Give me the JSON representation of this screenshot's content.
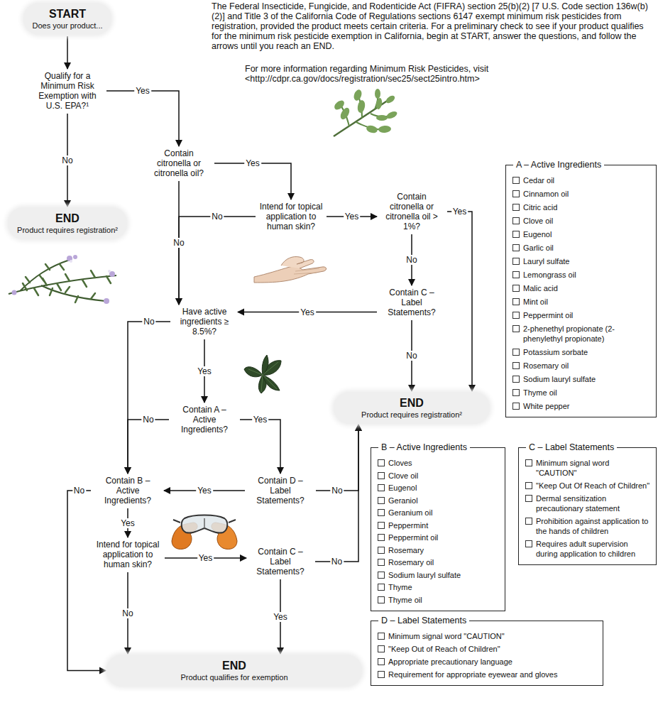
{
  "diagram": {
    "nodes": [
      {
        "text": [
          "START",
          "Does your product..."
        ]
      },
      {
        "text": [
          "Qualify for a Minimum Risk Exemption with U.S. EPA?¹"
        ]
      },
      {
        "text": [
          "Contain citronella or citronella oil?"
        ]
      },
      {
        "text": [
          "END",
          "Product requires registration²"
        ]
      },
      {
        "text": [
          "Intend for topical application to human skin?"
        ]
      },
      {
        "text": [
          "Contain citronella or citronella oil > 1%?"
        ]
      },
      {
        "text": [
          "Have active ingredients ≥ 8.5%?"
        ]
      },
      {
        "text": [
          "Contain C – Label Statements?"
        ]
      },
      {
        "text": [
          "Contain A – Active Ingredients?"
        ]
      },
      {
        "text": [
          "END",
          "Product requires registration²"
        ]
      },
      {
        "text": [
          "Contain B – Active Ingredients?"
        ]
      },
      {
        "text": [
          "Contain D – Label Statements?"
        ]
      },
      {
        "text": [
          "Intend for topical application to human skin?"
        ]
      },
      {
        "text": [
          "Contain C – Label Statements?"
        ]
      },
      {
        "text": [
          "END",
          "Product qualifies for exemption"
        ]
      },
      {
        "text": [
          "A – Active Ingredients",
          "Cedar oil",
          "Cinnamon oil",
          "Citric acid",
          "Clove oil",
          "Eugenol",
          "Garlic oil",
          "Lauryl sulfate",
          "Lemongrass oil",
          "Malic acid",
          "Mint oil",
          "Peppermint oil",
          "2-phenethyl propionate (2-phenylethyl propionate)",
          "Potassium sorbate",
          "Rosemary oil",
          "Sodium lauryl sulfate",
          "Thyme oil",
          "White pepper"
        ]
      },
      {
        "text": [
          "B – Active Ingredients",
          "Cloves",
          "Clove oil",
          "Eugenol",
          "Geraniol",
          "Geranium oil",
          "Peppermint",
          "Peppermint oil",
          "Rosemary",
          "Rosemary oil",
          "Sodium lauryl sulfate",
          "Thyme",
          "Thyme oil"
        ]
      },
      {
        "text": [
          "C – Label Statements",
          "Minimum signal word \"CAUTION\"",
          "\"Keep Out Of Reach of Children\"",
          "Dermal sensitization precautionary statement",
          "Prohibition against application to the hands of children",
          "Requires adult supervision during application to children"
        ]
      },
      {
        "text": [
          "D – Label Statements",
          "Minimum signal word \"CAUTION\"",
          "\"Keep Out of Reach of Children\"",
          "Appropriate precautionary language",
          "Requirement for appropriate eyewear and gloves"
        ]
      }
    ],
    "edges": [
      {
        "from": 0,
        "to": 1,
        "arrow": "to"
      },
      {
        "from": 1,
        "to": 2,
        "label": "Yes",
        "arrow": "to"
      },
      {
        "from": 1,
        "to": 3,
        "label": "No",
        "arrow": "to"
      },
      {
        "from": 2,
        "to": 4,
        "label": "Yes",
        "arrow": "to"
      },
      {
        "from": 2,
        "to": 6,
        "label": "No",
        "arrow": "to"
      },
      {
        "from": 4,
        "to": 6,
        "label": "No",
        "arrow": "to"
      },
      {
        "from": 4,
        "to": 5,
        "label": "Yes",
        "arrow": "to"
      },
      {
        "from": 5,
        "to": 9,
        "label": "Yes",
        "arrow": "to"
      },
      {
        "from": 5,
        "to": 7,
        "label": "No",
        "arrow": "to"
      },
      {
        "from": 7,
        "to": 6,
        "label": "Yes",
        "arrow": "to"
      },
      {
        "from": 7,
        "to": 9,
        "label": "No",
        "arrow": "to"
      },
      {
        "from": 6,
        "to": 10,
        "label": "No",
        "arrow": "to"
      },
      {
        "from": 6,
        "to": 8,
        "label": "Yes",
        "arrow": "to"
      },
      {
        "from": 8,
        "to": 10,
        "label": "No",
        "arrow": "to"
      },
      {
        "from": 8,
        "to": 11,
        "label": "Yes",
        "arrow": "to"
      },
      {
        "from": 11,
        "to": 10,
        "label": "Yes",
        "arrow": "to"
      },
      {
        "from": 11,
        "to": 9,
        "label": "No",
        "arrow": "to"
      },
      {
        "from": 10,
        "to": 14,
        "label": "No",
        "arrow": "to"
      },
      {
        "from": 10,
        "to": 12,
        "label": "Yes",
        "arrow": "to"
      },
      {
        "from": 12,
        "to": 13,
        "label": "Yes",
        "arrow": "to"
      },
      {
        "from": 12,
        "to": 14,
        "label": "No",
        "arrow": "to"
      },
      {
        "from": 13,
        "to": 14,
        "label": "Yes",
        "arrow": "to"
      },
      {
        "from": 13,
        "to": 9,
        "label": "No",
        "arrow": "to"
      }
    ],
    "labels": [
      "The Federal Insecticide, Fungicide, and Rodenticide Act (FIFRA) section 25(b)(2) [7 U.S. Code section 136w(b)(2)] and Title 3 of the California Code of Regulations sections 6147 exempt minimum risk pesticides from registration, provided the product meets certain criteria. For a preliminary check to see if your product qualifies for the minimum risk pesticide exemption in California, begin at START, answer the questions, and follow the arrows until you reach an END.",
      "For more information regarding Minimum Risk Pesticides, visit <http://cdpr.ca.gov/docs/registration/sec25/sect25intro.htm>"
    ]
  }
}
